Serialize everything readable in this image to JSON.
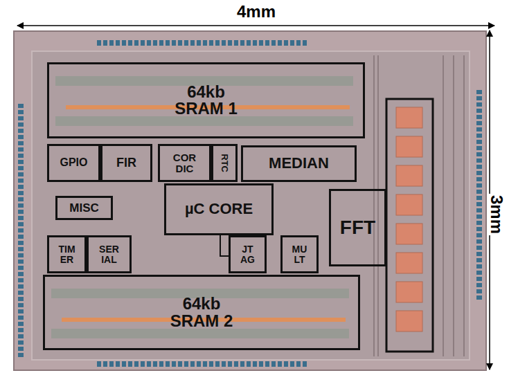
{
  "diagram": {
    "nodes": [
      {
        "text": [
          "64kb SRAM 1"
        ]
      },
      {
        "text": [
          "GPIO"
        ]
      },
      {
        "text": [
          "FIR"
        ]
      },
      {
        "text": [
          "COR DIC"
        ]
      },
      {
        "text": [
          "RTC"
        ]
      },
      {
        "text": [
          "MEDIAN"
        ]
      },
      {
        "text": [
          "MISC"
        ]
      },
      {
        "text": [
          "µC CORE"
        ]
      },
      {
        "text": [
          "FFT"
        ]
      },
      {
        "text": [
          "TIM ER"
        ]
      },
      {
        "text": [
          "SER IAL"
        ]
      },
      {
        "text": [
          "JT AG"
        ]
      },
      {
        "text": [
          "MU LT"
        ]
      },
      {
        "text": [
          "64kb SRAM 2"
        ]
      }
    ],
    "labels": [
      "4mm",
      "3mm"
    ]
  }
}
